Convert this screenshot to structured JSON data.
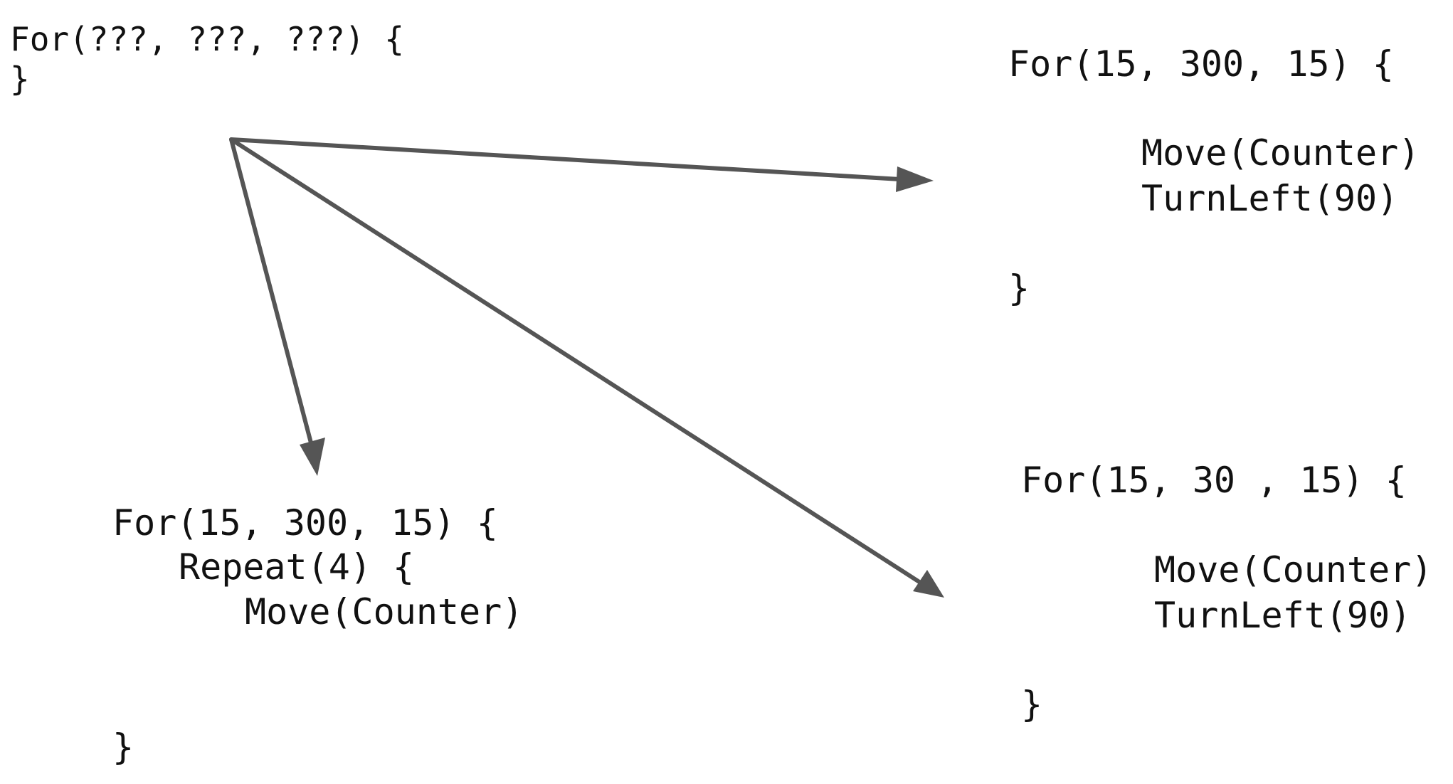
{
  "template_block": {
    "open": "For(???, ???, ???) {",
    "close": "}"
  },
  "nested_block": {
    "open": "For(15, 300, 15) {",
    "inner_open": "Repeat(4) {",
    "inner_body": "Move(Counter)",
    "close": "}"
  },
  "top_right_block": {
    "open": "For(15, 300, 15) {",
    "line1": "Move(Counter)",
    "line2": "TurnLeft(90)",
    "close": "}"
  },
  "bottom_right_block": {
    "open": "For(15, 30 , 15) {",
    "line1": "Move(Counter)",
    "line2": "TurnLeft(90)",
    "close": "}"
  },
  "colors": {
    "arrow": "#555555",
    "text": "#111111",
    "background": "#ffffff"
  }
}
